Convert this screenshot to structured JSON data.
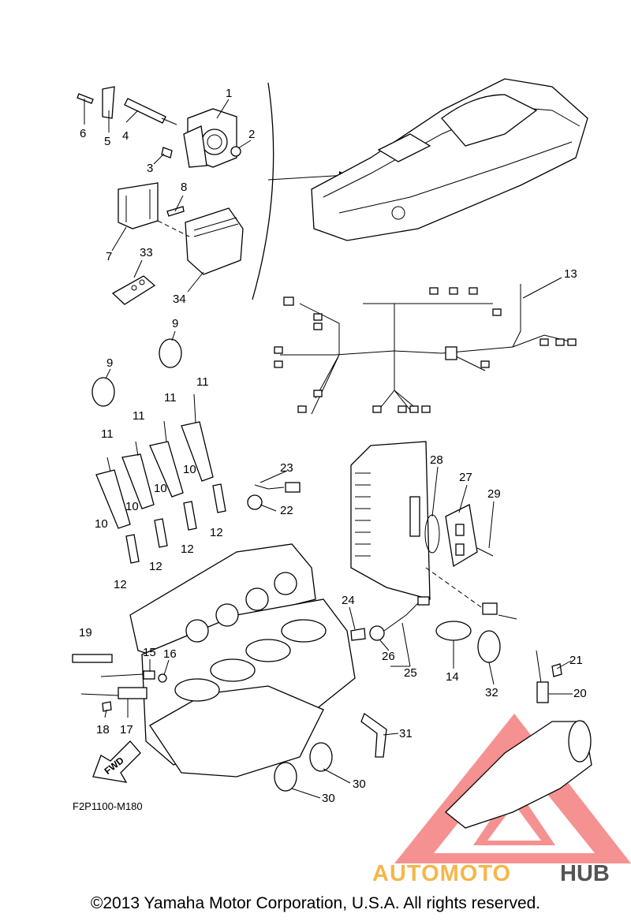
{
  "diagram": {
    "code": "F2P1100-M180",
    "fwd_label": "FWD",
    "copyright": "©2013 Yamaha Motor Corporation, U.S.A. All rights reserved.",
    "callouts": [
      "1",
      "2",
      "3",
      "4",
      "5",
      "6",
      "7",
      "8",
      "33",
      "34",
      "13",
      "9",
      "9",
      "11",
      "11",
      "11",
      "11",
      "10",
      "10",
      "10",
      "10",
      "23",
      "22",
      "12",
      "12",
      "12",
      "12",
      "12",
      "28",
      "27",
      "29",
      "24",
      "19",
      "15",
      "16",
      "26",
      "25",
      "14",
      "32",
      "18",
      "17",
      "21",
      "20",
      "31",
      "30",
      "30"
    ]
  },
  "watermark": {
    "text_left": "AUTOMOTO",
    "text_right": "HUB",
    "colors": {
      "triangle": "#f07f7f",
      "text_left": "#f4b74a",
      "text_right": "#555555"
    }
  }
}
